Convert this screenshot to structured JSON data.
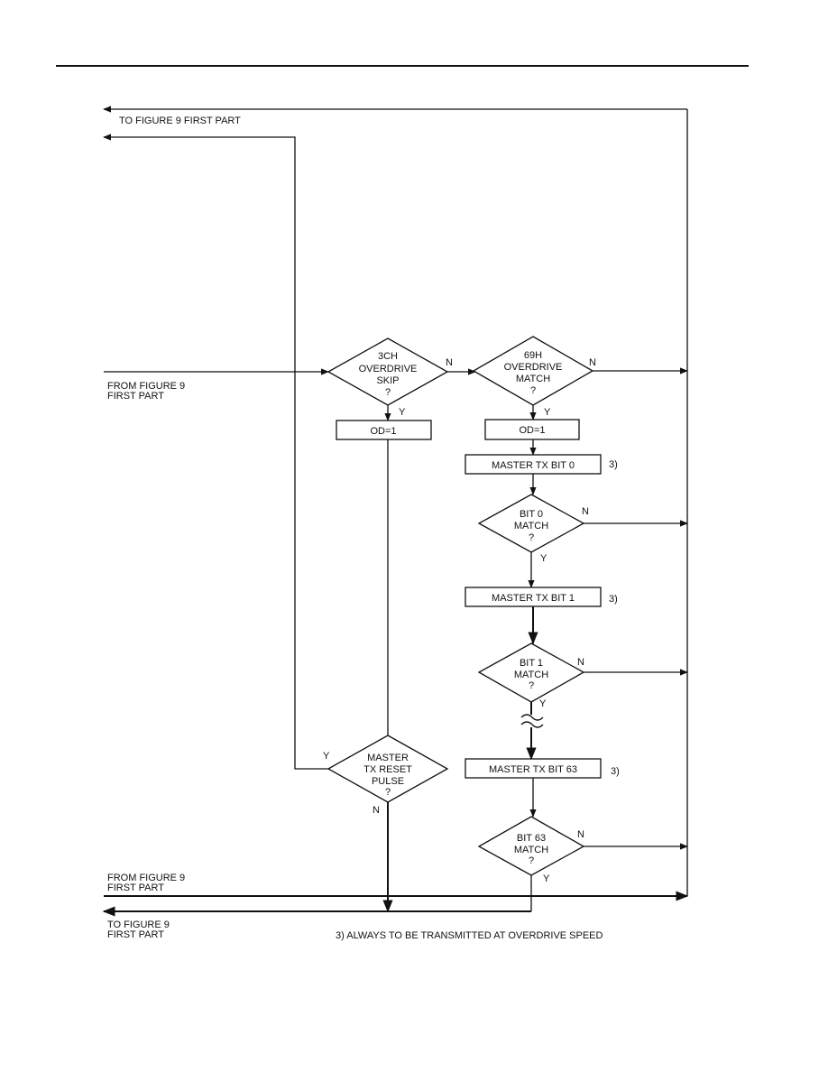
{
  "labels": {
    "to_fig9_top": "TO FIGURE 9 FIRST PART",
    "from_fig9_mid_1": "FROM FIGURE 9",
    "from_fig9_mid_2": "FIRST PART",
    "from_fig9_bot_1": "FROM FIGURE 9",
    "from_fig9_bot_2": "FIRST PART",
    "to_fig9_bot_1": "TO FIGURE 9",
    "to_fig9_bot_2": "FIRST PART",
    "footnote": "3) ALWAYS TO BE TRANSMITTED AT OVERDRIVE SPEED"
  },
  "decisions": {
    "skip": [
      "3CH",
      "OVERDRIVE",
      "SKIP",
      "?"
    ],
    "match": [
      "69H",
      "OVERDRIVE",
      "MATCH",
      "?"
    ],
    "bit0": [
      "BIT 0",
      "MATCH",
      "?"
    ],
    "bit1": [
      "BIT 1",
      "MATCH",
      "?"
    ],
    "bit63": [
      "BIT 63",
      "MATCH",
      "?"
    ],
    "reset": [
      "MASTER",
      "TX RESET",
      "PULSE",
      "?"
    ]
  },
  "processes": {
    "od_left": "OD=1",
    "od_right": "OD=1",
    "tx_bit0": "MASTER TX BIT 0",
    "tx_bit1": "MASTER TX BIT 1",
    "tx_bit63": "MASTER TX BIT 63"
  },
  "footnote_marks": {
    "bit0": "3)",
    "bit1": "3)",
    "bit63": "3)"
  },
  "branches": {
    "yes": "Y",
    "no": "N"
  }
}
